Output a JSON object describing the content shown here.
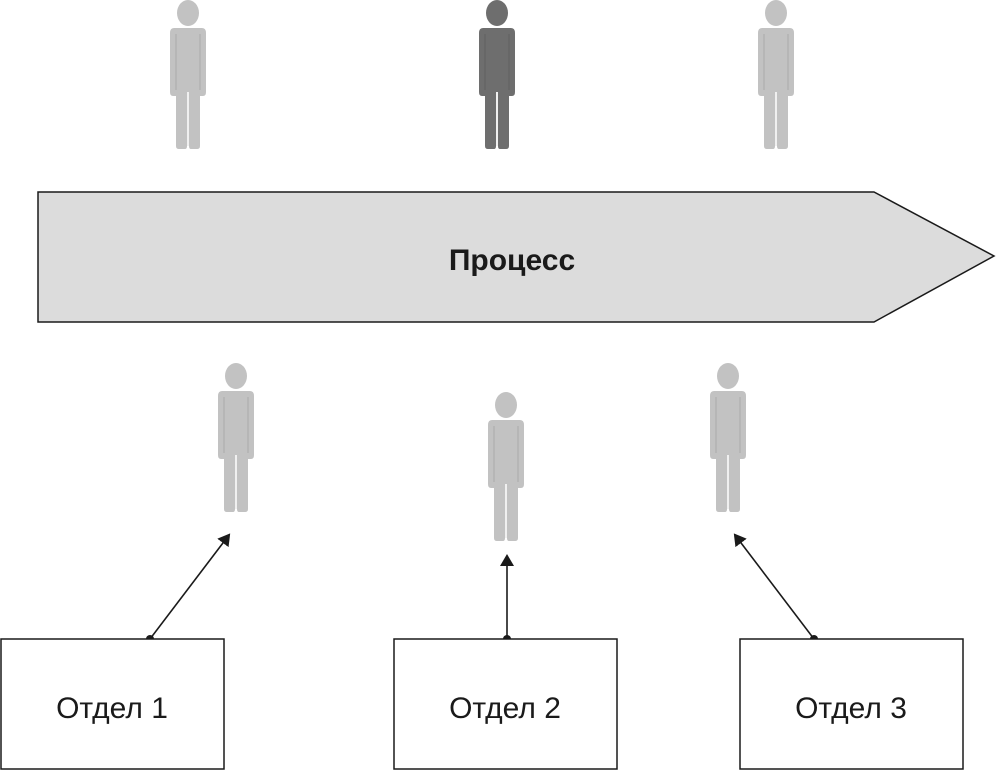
{
  "process": {
    "label": "Процесс"
  },
  "departments": [
    {
      "label": "Отдел 1"
    },
    {
      "label": "Отдел 2"
    },
    {
      "label": "Отдел 3"
    }
  ],
  "colors": {
    "arrow_fill": "#dcdcdc",
    "person_light": "#c2c2c2",
    "person_dark": "#6e6e6e",
    "stroke": "#1a1a1a"
  },
  "people": {
    "top": [
      {
        "shade": "light"
      },
      {
        "shade": "dark"
      },
      {
        "shade": "light"
      }
    ],
    "bottom": [
      {
        "shade": "light"
      },
      {
        "shade": "light"
      },
      {
        "shade": "light"
      }
    ]
  }
}
